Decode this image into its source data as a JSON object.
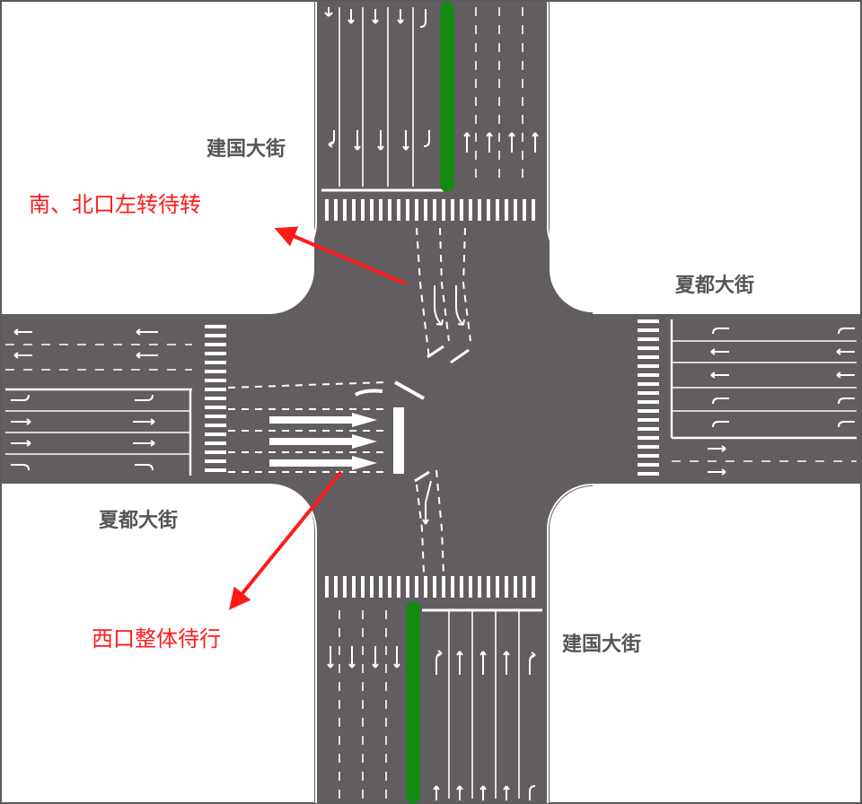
{
  "labels": {
    "north_road": "建国大街",
    "south_road": "建国大街",
    "east_road": "夏都大街",
    "west_road": "夏都大街"
  },
  "annotations": {
    "north_south_left": "南、北口左转待转",
    "west_hold": "西口整体待行"
  },
  "colors": {
    "road": "#625d61",
    "marking": "#ffffff",
    "median": "#138a13",
    "annotation": "#ff1a1a",
    "label": "#555555",
    "border": "#5a5a5a"
  },
  "icons": {
    "lane_arrow": "lane-arrow-icon",
    "arrow_pointer": "red-arrow-icon"
  }
}
